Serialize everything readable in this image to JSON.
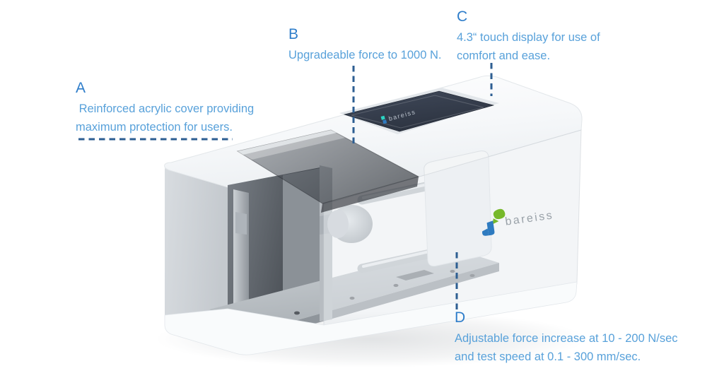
{
  "brand": {
    "display_logo_text": "bareiss",
    "side_logo_text": "bareiss"
  },
  "callouts": {
    "a": {
      "letter": "A",
      "line1": " Reinforced acrylic cover providing",
      "line2": "maximum protection for users."
    },
    "b": {
      "letter": "B",
      "line1": "Upgradeable force to 1000 N."
    },
    "c": {
      "letter": "C",
      "line1": "4.3“ touch display for use of",
      "line2": "comfort and ease."
    },
    "d": {
      "letter": "D",
      "line1": "Adjustable force increase at 10 - 200 N/sec",
      "line2": "and test speed at 0.1 - 300 mm/sec."
    }
  },
  "colors": {
    "label_letter": "#2e7dca",
    "label_text": "#58a1da",
    "leader_line": "#2d5e92",
    "brand_green": "#76b82a",
    "brand_blue": "#2e7bc0",
    "display_background": "#353d4b",
    "machine_body": "#f2f4f6"
  }
}
